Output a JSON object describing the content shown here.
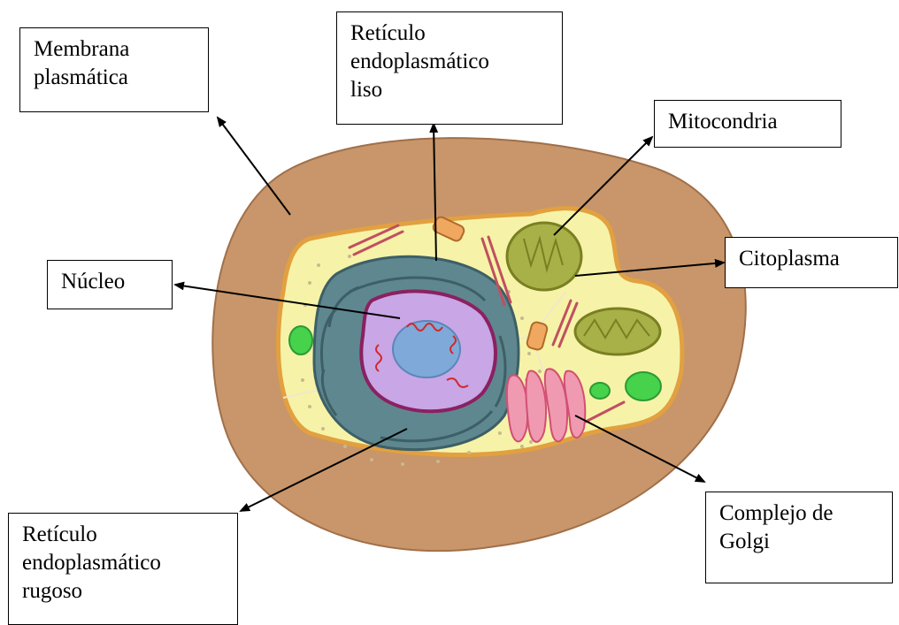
{
  "labels": {
    "membrana": [
      "Membrana",
      "plasmática"
    ],
    "rel": [
      "Retículo",
      "endoplasmático",
      "liso"
    ],
    "mitocondria": [
      "Mitocondria"
    ],
    "nucleo": [
      "Núcleo"
    ],
    "citoplasma": [
      "Citoplasma"
    ],
    "golgi": [
      "Complejo de",
      "Golgi"
    ],
    "rer": [
      "Retículo",
      "endoplasmático",
      "rugoso"
    ]
  },
  "colors": {
    "outer_cell": "#c8966a",
    "cytoplasm": "#f6f3a8",
    "nucleus_inner": "#c9a6e6",
    "nucleolus": "#7fa9d8",
    "er": "#5f8790",
    "mitochondria": "#a8b048",
    "golgi": "#ef9ab0",
    "vesicle": "#46d24a"
  }
}
